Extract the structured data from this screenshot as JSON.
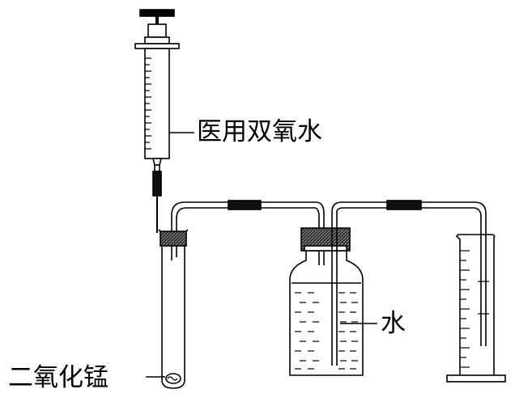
{
  "labels": {
    "hydrogen_peroxide": "医用双氧水",
    "water": "水",
    "manganese_dioxide": "二氧化锰"
  },
  "colors": {
    "line": "#000000",
    "glass": "#ffffff",
    "stopper": "#333333",
    "connector": "#111111"
  }
}
